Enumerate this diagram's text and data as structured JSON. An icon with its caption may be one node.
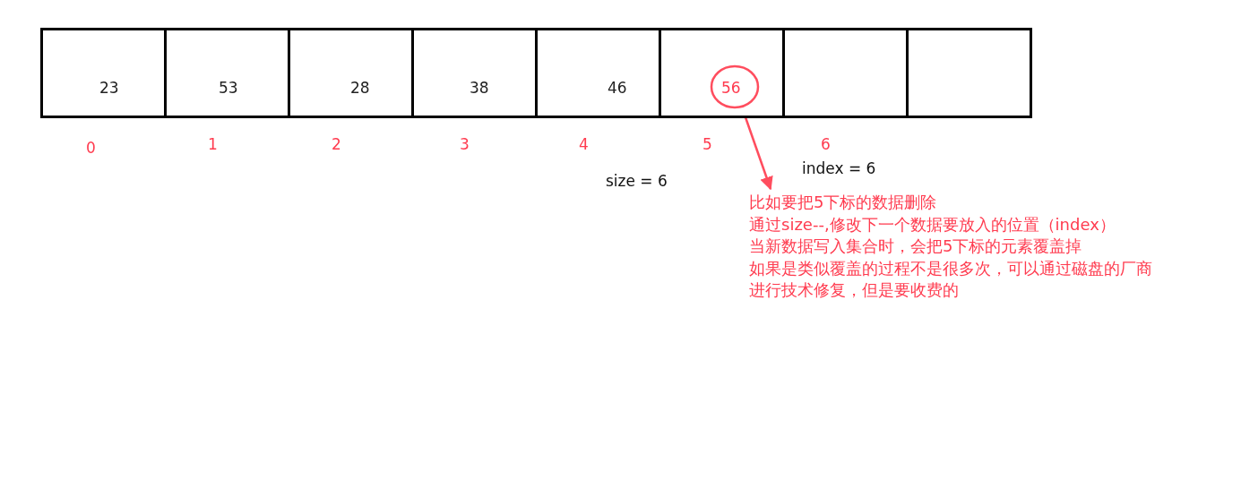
{
  "diagram": {
    "nodes": [
      {
        "text": [
          "23"
        ]
      },
      {
        "text": [
          "53"
        ]
      },
      {
        "text": [
          "28"
        ]
      },
      {
        "text": [
          "38"
        ]
      },
      {
        "text": [
          "46"
        ]
      },
      {
        "text": [
          "56"
        ]
      },
      {
        "text": [],
        "shape": "box"
      },
      {
        "text": [],
        "shape": "box"
      },
      {
        "text": [
          "比如要把5下标的数据删除",
          "通过size--,修改下一个数据要放入的位置（index）",
          "当新数据写入集合时，会把5下标的元素覆盖掉",
          "如果是类似覆盖的过程不是很多次，可以通过磁盘的厂商",
          "进行技术修复，但是要收费的"
        ]
      }
    ],
    "edges": [
      {
        "from": 5,
        "to": 8,
        "arrow": "to",
        "color": "#ff4d5e"
      }
    ],
    "labels": [
      "0",
      "1",
      "2",
      "3",
      "4",
      "5",
      "6",
      "index = 6",
      "size = 6"
    ]
  }
}
